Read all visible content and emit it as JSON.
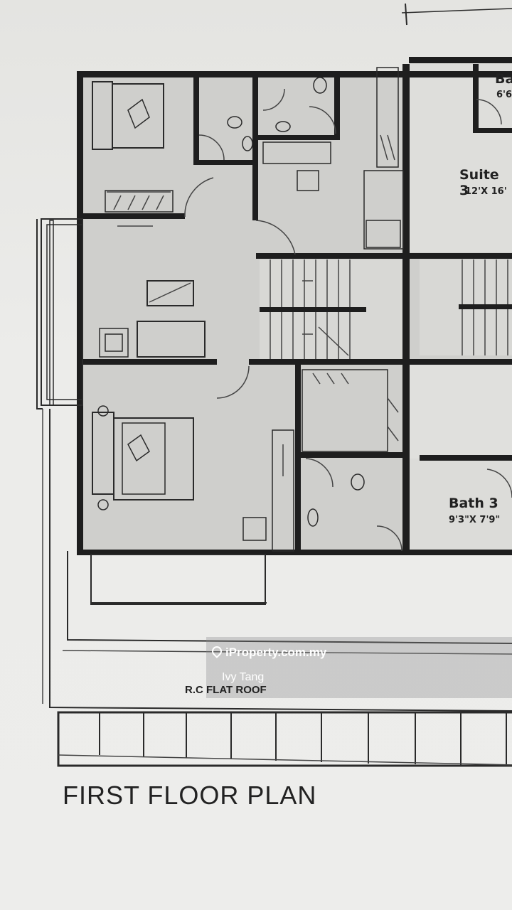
{
  "rooms": {
    "suite_top_right": {
      "name": "Ba",
      "dim": "6'6"
    },
    "suite3": {
      "name": "Suite 3",
      "dim": "12'X 16'"
    },
    "bath3": {
      "name": "Bath 3",
      "dim": "9'3\"X 7'9\""
    }
  },
  "roof_label": "R.C FLAT ROOF",
  "plan_title": "FIRST FLOOR PLAN",
  "watermark": {
    "logo": "iProperty.com.my",
    "agent": "Ivy Tang"
  }
}
